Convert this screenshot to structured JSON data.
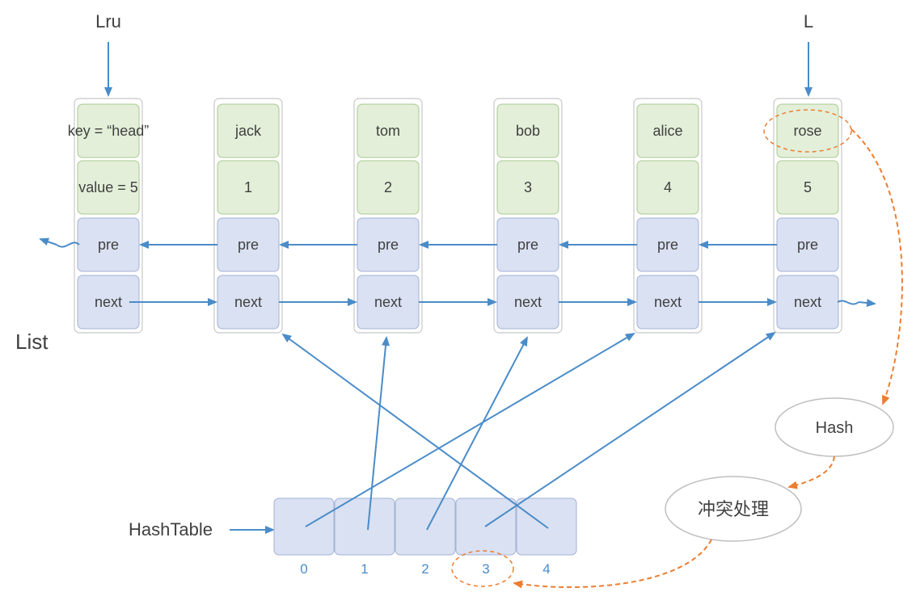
{
  "labels": {
    "lru": "Lru",
    "l": "L",
    "list": "List",
    "hashtable": "HashTable",
    "hash": "Hash",
    "conflict": "冲突处理"
  },
  "nodes": [
    {
      "key": "key = “head”",
      "value": "value = 5",
      "pre": "pre",
      "next": "next"
    },
    {
      "key": "jack",
      "value": "1",
      "pre": "pre",
      "next": "next"
    },
    {
      "key": "tom",
      "value": "2",
      "pre": "pre",
      "next": "next"
    },
    {
      "key": "bob",
      "value": "3",
      "pre": "pre",
      "next": "next"
    },
    {
      "key": "alice",
      "value": "4",
      "pre": "pre",
      "next": "next"
    },
    {
      "key": "rose",
      "value": "5",
      "pre": "pre",
      "next": "next"
    }
  ],
  "hashtable": {
    "indices": [
      "0",
      "1",
      "2",
      "3",
      "4"
    ],
    "pointers": [
      {
        "slot": 0,
        "node": 4
      },
      {
        "slot": 1,
        "node": 2
      },
      {
        "slot": 2,
        "node": 3
      },
      {
        "slot": 3,
        "node": 5
      },
      {
        "slot": 4,
        "node": 1
      }
    ]
  },
  "colors": {
    "key_fill": "#e3efd9",
    "key_stroke": "#a9c98f",
    "ptr_fill": "#dae1f2",
    "ptr_stroke": "#a3b1d6",
    "frame_stroke": "#c8c8c8",
    "arrow": "#4a8cc8",
    "hash_flow": "#ed7d31",
    "ellipse_stroke": "#bfbfbf"
  }
}
